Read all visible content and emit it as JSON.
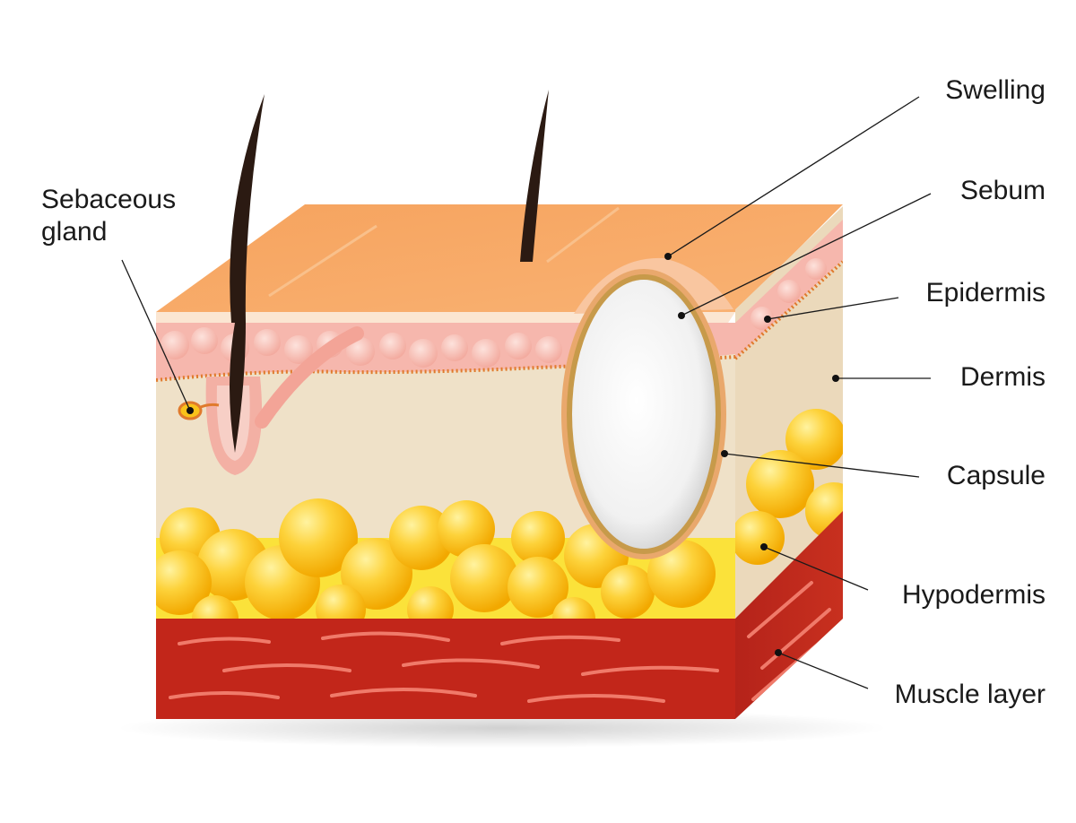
{
  "diagram": {
    "labels": {
      "sebaceous_gland_line1": "Sebaceous",
      "sebaceous_gland_line2": "gland",
      "swelling": "Swelling",
      "sebum": "Sebum",
      "epidermis": "Epidermis",
      "dermis": "Dermis",
      "capsule": "Capsule",
      "hypodermis": "Hypodermis",
      "muscle_layer": "Muscle layer"
    },
    "colors": {
      "epidermis_top": "#f7a765",
      "epidermis_cells": "#f6b7ad",
      "dermis": "#efe1c8",
      "hypodermis_fat": "#f9c21a",
      "muscle": "#c2261a",
      "muscle_fibers": "#f07a6a",
      "cyst_sebum": "#f4f4f4",
      "capsule": "#c79a4a",
      "hair": "#2b1a12"
    }
  }
}
